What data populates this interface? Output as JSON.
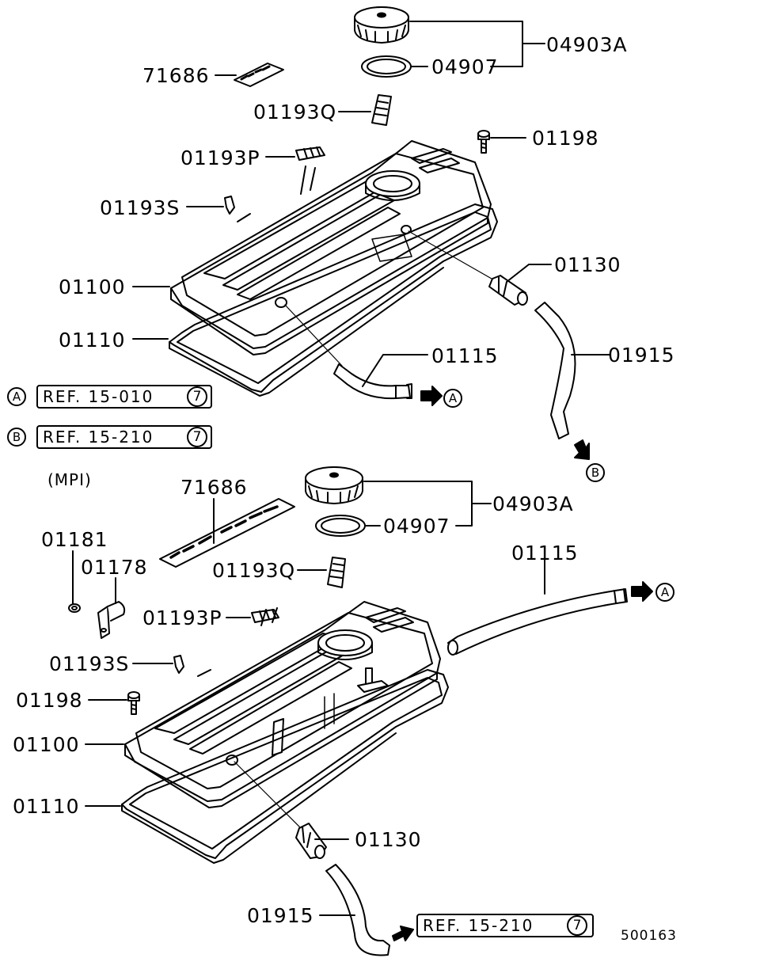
{
  "diagram_id": "500163",
  "variant_label": "(MPI)",
  "refs": {
    "a_letter": "A",
    "b_letter": "B",
    "a_ref": "REF. 15-010",
    "b_ref": "REF. 15-210",
    "a_num": "7",
    "b_num": "7",
    "bottom_ref": "REF. 15-210",
    "bottom_num": "7"
  },
  "top": {
    "cap_assy": "04903A",
    "gasket_cap": "04907",
    "emblem": "71686",
    "clip_q": "01193Q",
    "clip_p": "01193P",
    "clip_s": "01193S",
    "bolt": "01198",
    "cover": "01100",
    "gasket": "01110",
    "hose_a": "01115",
    "valve": "01130",
    "hose_b": "01915",
    "arrow_a": "A",
    "arrow_b": "B"
  },
  "bottom": {
    "cap_assy": "04903A",
    "gasket_cap": "04907",
    "emblem": "71686",
    "clip_q": "01193Q",
    "clip_p": "01193P",
    "clip_s": "01193S",
    "bolt": "01198",
    "cover": "01100",
    "gasket": "01110",
    "hose_a": "01115",
    "valve": "01130",
    "hose_b": "01915",
    "nut": "01181",
    "bracket": "01178",
    "arrow_a": "A"
  }
}
